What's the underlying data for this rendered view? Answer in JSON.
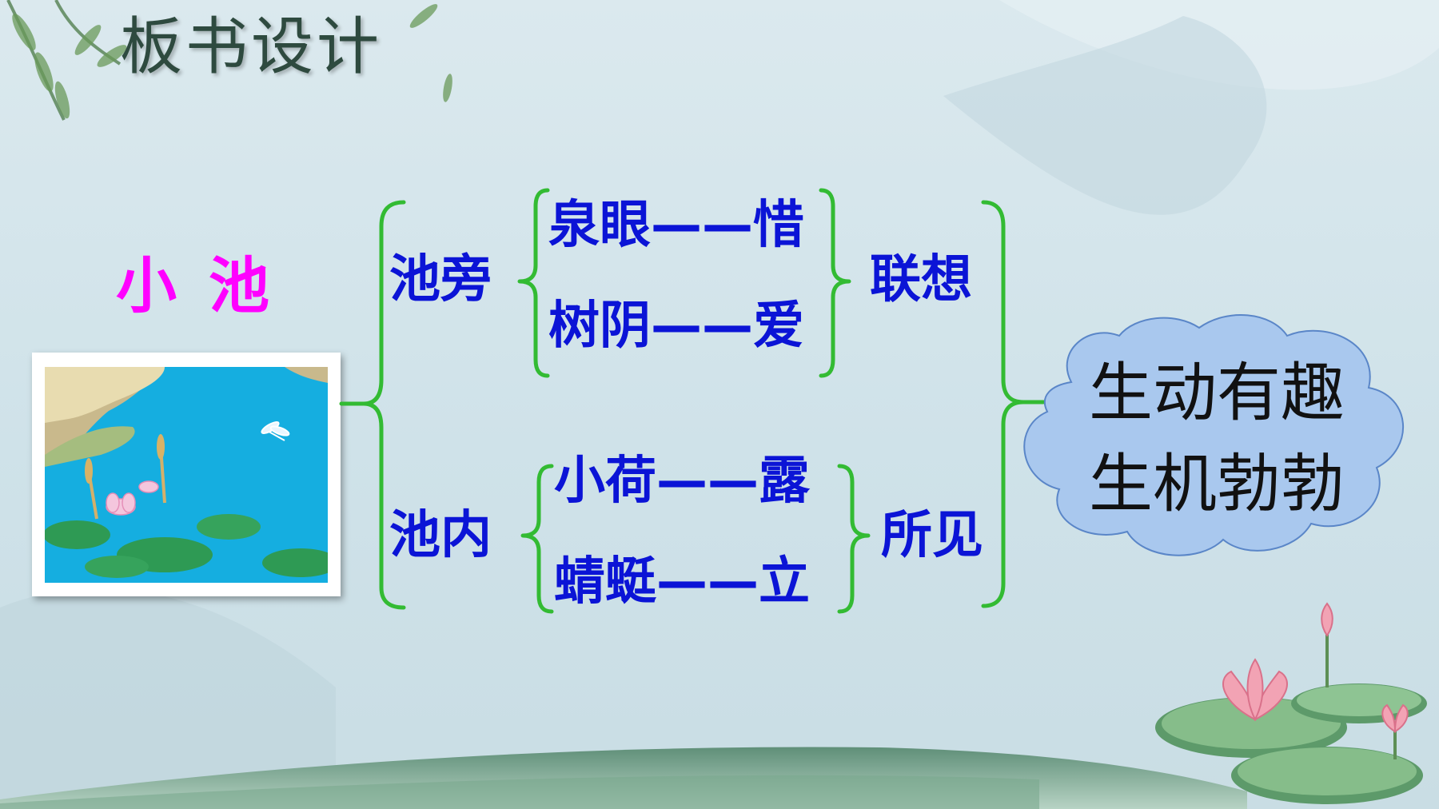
{
  "slide": {
    "title": "板书设计",
    "topic": "小池",
    "branches": [
      {
        "label": "池旁",
        "pairs": [
          {
            "object": "泉眼",
            "dash": "——",
            "verb": "惜"
          },
          {
            "object": "树阴",
            "dash": "——",
            "verb": "爱"
          }
        ],
        "summary": "联想"
      },
      {
        "label": "池内",
        "pairs": [
          {
            "object": "小荷",
            "dash": "——",
            "verb": "露"
          },
          {
            "object": "蜻蜓",
            "dash": "——",
            "verb": "立"
          }
        ],
        "summary": "所见"
      }
    ],
    "conclusion": [
      "生动有趣",
      "生机勃勃"
    ]
  },
  "colors": {
    "topic": "#ff00ff",
    "text": "#0b14d6",
    "bracket": "#33bb33",
    "cloud": "#a9c8ee",
    "cloud_stroke": "#5a86c8"
  }
}
